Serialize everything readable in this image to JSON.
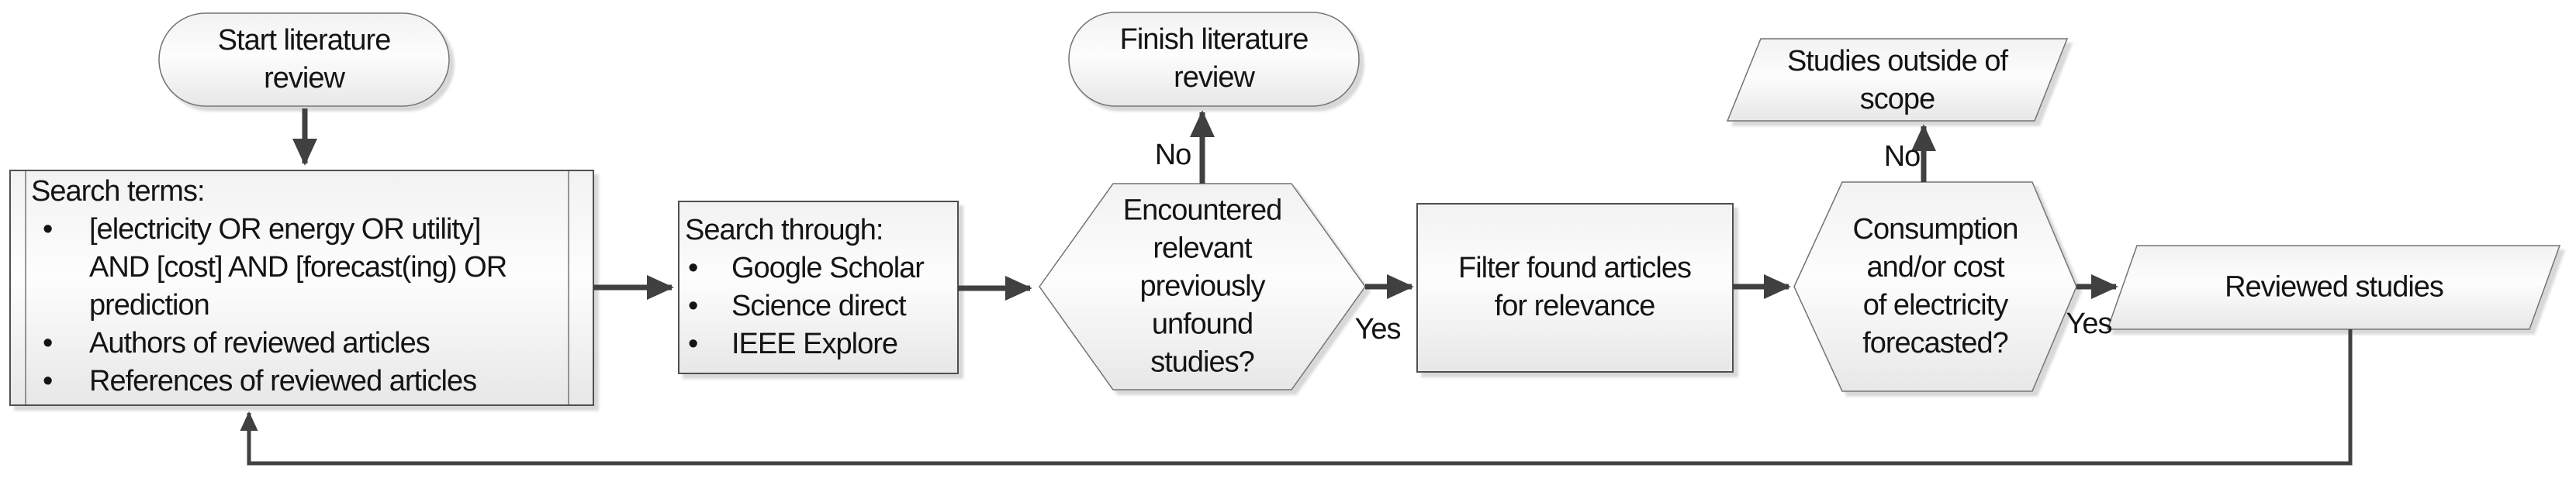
{
  "diagram": {
    "bullet_char": "•",
    "colors": {
      "background": "#ffffff",
      "arrow": "#404040",
      "box_border": "#4f4f4f",
      "shape_border": "#737373",
      "inner_line": "#767676",
      "fill_top": "#f2f2f2",
      "fill_mid": "#fdfdfd",
      "fill_bottom": "#e7e7e7",
      "shadow": "#d8d8d8"
    },
    "start": {
      "label": "Start literature\nreview"
    },
    "finish": {
      "label": "Finish literature\nreview"
    },
    "search_terms": {
      "title": "Search terms:",
      "bullets": [
        "[electricity OR energy OR utility]\nAND [cost] AND [forecast(ing) OR\nprediction",
        "Authors of reviewed articles",
        "References of reviewed articles"
      ]
    },
    "search_through": {
      "title": "Search through:",
      "bullets": [
        "Google Scholar",
        "Science direct",
        "IEEE Explore"
      ]
    },
    "decision_encountered": {
      "label": "Encountered\nrelevant\npreviously\nunfound\nstudies?"
    },
    "process_filter": {
      "label": "Filter found articles\nfor relevance"
    },
    "decision_consumption": {
      "label": "Consumption\nand/or cost\nof electricity\nforecasted?"
    },
    "output_outside_scope": {
      "label": "Studies outside of\nscope"
    },
    "output_reviewed": {
      "label": "Reviewed studies"
    },
    "edges": {
      "no_to_finish": "No",
      "yes_to_filter": "Yes",
      "no_to_outside": "No",
      "yes_to_reviewed": "Yes"
    }
  }
}
